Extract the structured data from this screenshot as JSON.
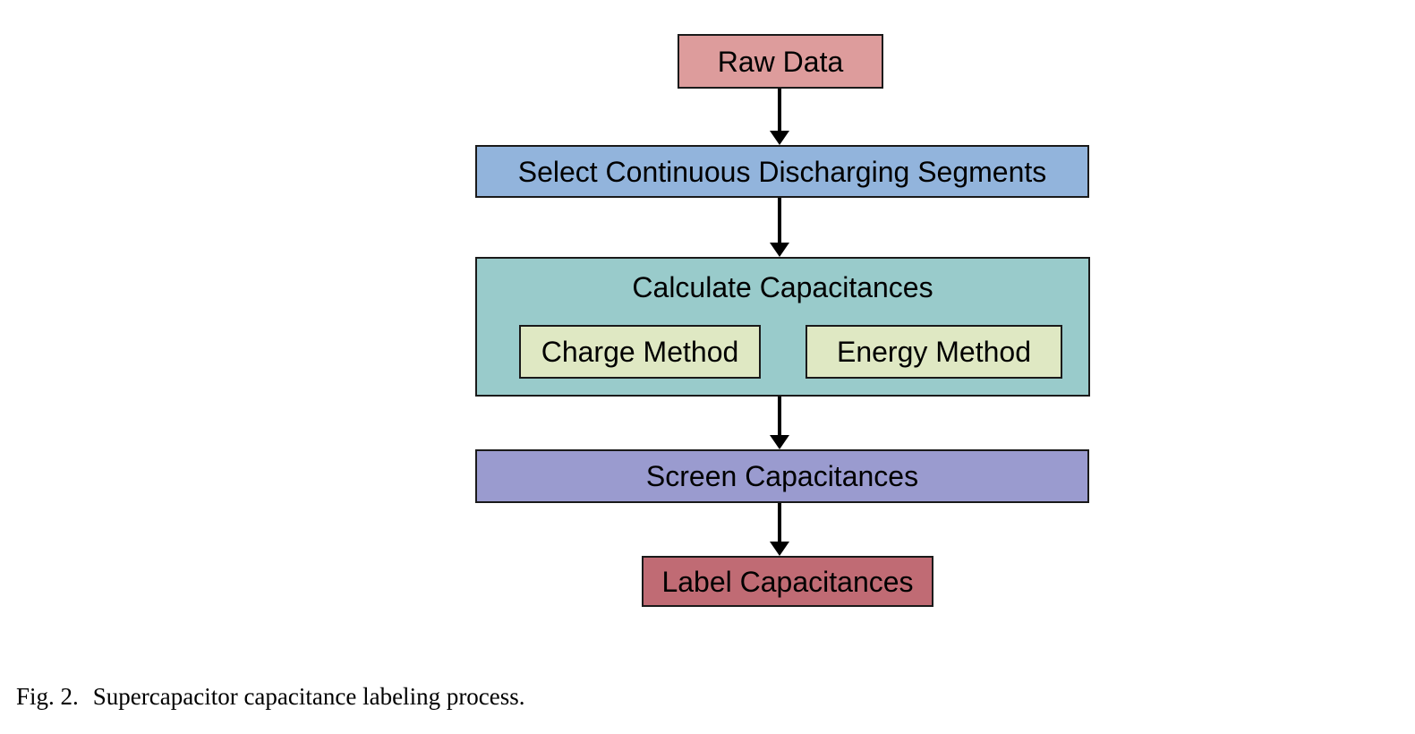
{
  "flowchart": {
    "nodes": {
      "raw_data": {
        "label": "Raw Data",
        "fill": "#dd9c9c"
      },
      "select_segments": {
        "label": "Select Continuous Discharging Segments",
        "fill": "#92b4dc"
      },
      "calculate_capacitances": {
        "label": "Calculate Capacitances",
        "fill": "#99cbcb",
        "children": {
          "charge_method": {
            "label": "Charge Method",
            "fill": "#dfe8c3"
          },
          "energy_method": {
            "label": "Energy Method",
            "fill": "#dfe8c3"
          }
        }
      },
      "screen_capacitances": {
        "label": "Screen Capacitances",
        "fill": "#9a9bcf"
      },
      "label_capacitances": {
        "label": "Label Capacitances",
        "fill": "#c06b74"
      }
    },
    "edges": [
      {
        "from": "raw_data",
        "to": "select_segments"
      },
      {
        "from": "select_segments",
        "to": "calculate_capacitances"
      },
      {
        "from": "calculate_capacitances",
        "to": "screen_capacitances"
      },
      {
        "from": "screen_capacitances",
        "to": "label_capacitances"
      }
    ],
    "colors": {
      "border": "#1a1a1a",
      "arrow": "#000000",
      "text": "#000000",
      "background": "#ffffff"
    }
  },
  "caption": {
    "label": "Fig. 2.",
    "text": "Supercapacitor capacitance labeling process."
  }
}
